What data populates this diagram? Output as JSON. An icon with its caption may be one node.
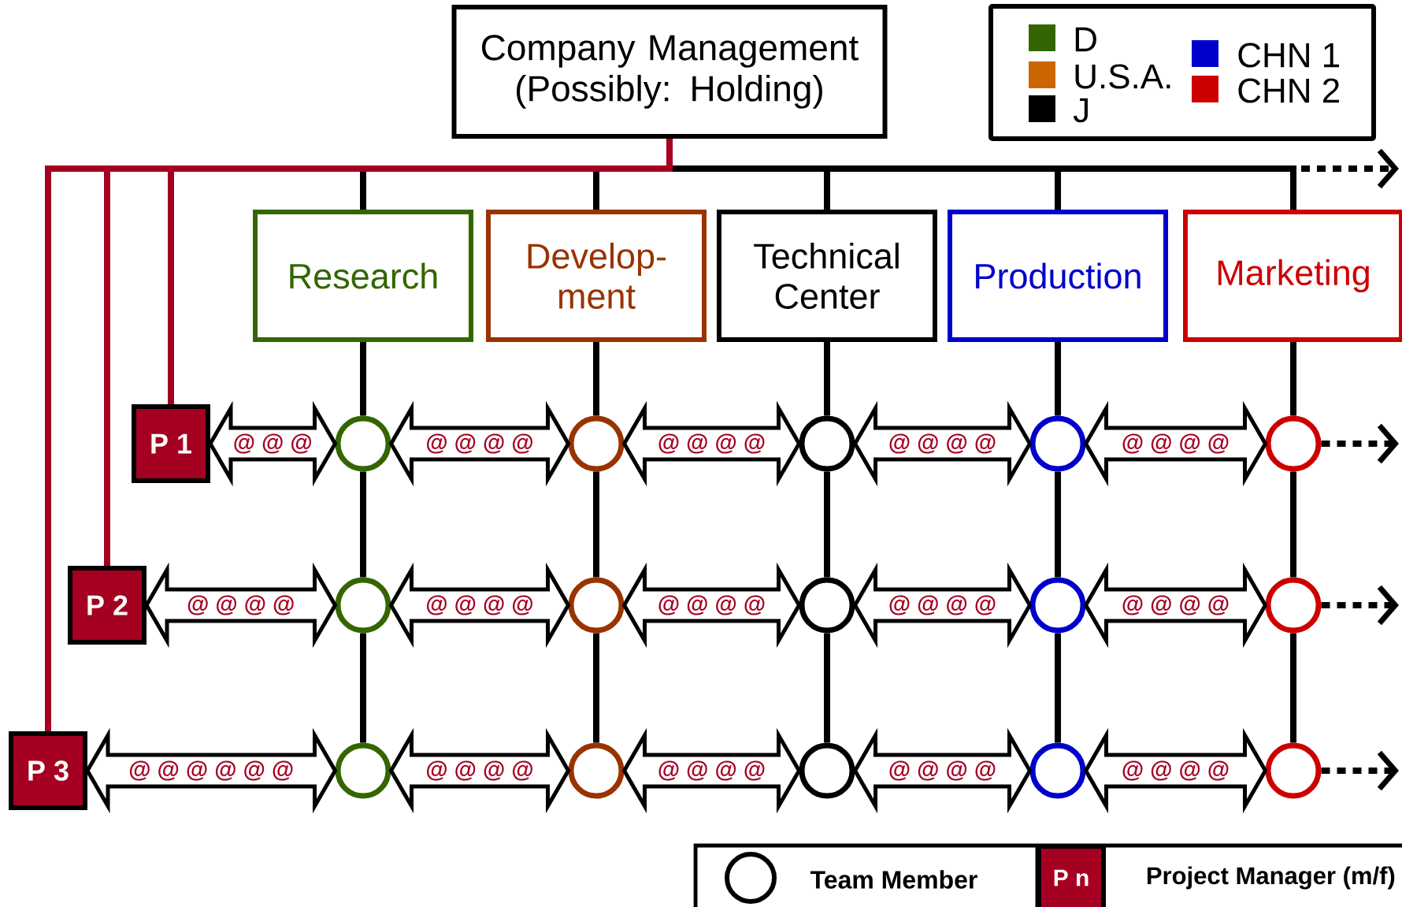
{
  "diagram": {
    "nodes": [
      {
        "text": [
          "Company Management (Possibly: Holding)"
        ]
      },
      {
        "text": [
          "Research"
        ]
      },
      {
        "text": [
          "Develop- ment"
        ]
      },
      {
        "text": [
          "Technical Center"
        ]
      },
      {
        "text": [
          "Production"
        ]
      },
      {
        "text": [
          "Marketing"
        ]
      },
      {
        "text": [
          "P 1"
        ]
      },
      {
        "text": [
          "P 2"
        ]
      },
      {
        "text": [
          "P 3"
        ]
      },
      {
        "text": [],
        "shape": "circle"
      },
      {
        "text": [],
        "shape": "circle"
      },
      {
        "text": [],
        "shape": "circle"
      },
      {
        "text": [],
        "shape": "circle"
      },
      {
        "text": [],
        "shape": "circle"
      },
      {
        "text": [],
        "shape": "circle"
      },
      {
        "text": [],
        "shape": "circle"
      },
      {
        "text": [],
        "shape": "circle"
      },
      {
        "text": [],
        "shape": "circle"
      },
      {
        "text": [],
        "shape": "circle"
      },
      {
        "text": [],
        "shape": "circle"
      },
      {
        "text": [],
        "shape": "circle"
      },
      {
        "text": [],
        "shape": "circle"
      },
      {
        "text": [],
        "shape": "circle"
      },
      {
        "text": [],
        "shape": "circle"
      }
    ],
    "edges": [
      {
        "from": 0,
        "to": 1,
        "arrow": "none"
      },
      {
        "from": 0,
        "to": 2,
        "arrow": "none"
      },
      {
        "from": 0,
        "to": 3,
        "arrow": "none"
      },
      {
        "from": 0,
        "to": 4,
        "arrow": "none"
      },
      {
        "from": 0,
        "to": 5,
        "arrow": "none"
      },
      {
        "from": 0,
        "to": null,
        "arrow": "to",
        "style": "dashed"
      },
      {
        "from": 0,
        "to": 6,
        "arrow": "none",
        "color": "#a50021"
      },
      {
        "from": 0,
        "to": 7,
        "arrow": "none",
        "color": "#a50021"
      },
      {
        "from": 0,
        "to": 8,
        "arrow": "none",
        "color": "#a50021"
      },
      {
        "from": 1,
        "to": 9,
        "arrow": "none"
      },
      {
        "from": 9,
        "to": 14,
        "arrow": "none"
      },
      {
        "from": 14,
        "to": 19,
        "arrow": "none"
      },
      {
        "from": 2,
        "to": 10,
        "arrow": "none"
      },
      {
        "from": 10,
        "to": 15,
        "arrow": "none"
      },
      {
        "from": 15,
        "to": 20,
        "arrow": "none"
      },
      {
        "from": 3,
        "to": 11,
        "arrow": "none"
      },
      {
        "from": 11,
        "to": 16,
        "arrow": "none"
      },
      {
        "from": 16,
        "to": 21,
        "arrow": "none"
      },
      {
        "from": 4,
        "to": 12,
        "arrow": "none"
      },
      {
        "from": 12,
        "to": 17,
        "arrow": "none"
      },
      {
        "from": 17,
        "to": 22,
        "arrow": "none"
      },
      {
        "from": 5,
        "to": 13,
        "arrow": "none"
      },
      {
        "from": 13,
        "to": 18,
        "arrow": "none"
      },
      {
        "from": 18,
        "to": 23,
        "arrow": "none"
      },
      {
        "from": 6,
        "to": 9,
        "arrow": "both",
        "label": "@ @ @"
      },
      {
        "from": 9,
        "to": 10,
        "arrow": "both",
        "label": "@ @ @ @"
      },
      {
        "from": 10,
        "to": 11,
        "arrow": "both",
        "label": "@ @ @ @"
      },
      {
        "from": 11,
        "to": 12,
        "arrow": "both",
        "label": "@ @ @ @"
      },
      {
        "from": 12,
        "to": 13,
        "arrow": "both",
        "label": "@ @ @ @"
      },
      {
        "from": 7,
        "to": 14,
        "arrow": "both",
        "label": "@ @ @ @"
      },
      {
        "from": 14,
        "to": 15,
        "arrow": "both",
        "label": "@ @ @ @"
      },
      {
        "from": 15,
        "to": 16,
        "arrow": "both",
        "label": "@ @ @ @"
      },
      {
        "from": 16,
        "to": 17,
        "arrow": "both",
        "label": "@ @ @ @"
      },
      {
        "from": 17,
        "to": 18,
        "arrow": "both",
        "label": "@ @ @ @"
      },
      {
        "from": 8,
        "to": 19,
        "arrow": "both",
        "label": "@ @ @ @ @ @"
      },
      {
        "from": 19,
        "to": 20,
        "arrow": "both",
        "label": "@ @ @ @"
      },
      {
        "from": 20,
        "to": 21,
        "arrow": "both",
        "label": "@ @ @ @"
      },
      {
        "from": 21,
        "to": 22,
        "arrow": "both",
        "label": "@ @ @ @"
      },
      {
        "from": 22,
        "to": 23,
        "arrow": "both",
        "label": "@ @ @ @"
      },
      {
        "from": 13,
        "to": null,
        "arrow": "to",
        "style": "dashed"
      },
      {
        "from": 18,
        "to": null,
        "arrow": "to",
        "style": "dashed"
      },
      {
        "from": 23,
        "to": null,
        "arrow": "to",
        "style": "dashed"
      }
    ],
    "labels": [
      "P n"
    ],
    "legend": [
      {
        "text": "D",
        "color": "#336600"
      },
      {
        "text": "U.S.A.",
        "color": "#cc6600"
      },
      {
        "text": "J",
        "color": "#000000"
      },
      {
        "text": "CHN 1",
        "color": "#0000cc"
      },
      {
        "text": "CHN 2",
        "color": "#cc0000"
      },
      {
        "text": "Team Member"
      },
      {
        "text": "Project Manager (m/f)"
      }
    ]
  }
}
